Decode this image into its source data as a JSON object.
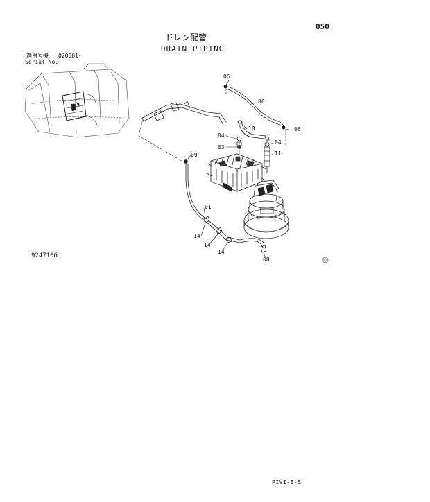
{
  "header": {
    "page_code": "050",
    "title_jp": "ドレン配管",
    "title_en": "DRAIN PIPING"
  },
  "serial": {
    "label_jp": "適用号機",
    "value": "020001-",
    "label_en": "Serial No."
  },
  "figure_number": "9247106",
  "footer_code": "PIVI-I-5",
  "callouts": {
    "c06a": "06",
    "c00": "00",
    "c10": "10",
    "c06b": "06",
    "c04a": "04",
    "c04b": "04",
    "c03": "03",
    "c09": "09",
    "c11": "11",
    "c01": "01",
    "c14a": "14",
    "c14b": "14",
    "c14c": "14",
    "c08": "08"
  }
}
